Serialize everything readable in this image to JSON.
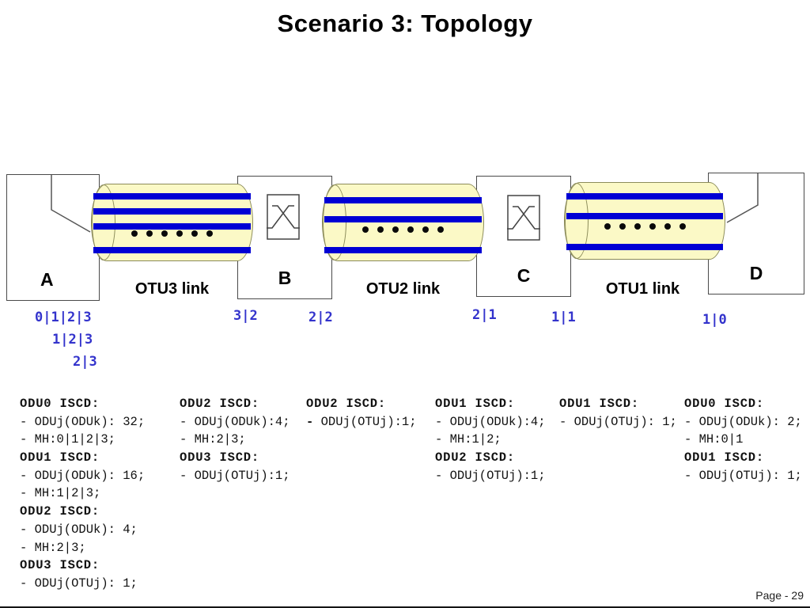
{
  "slide": {
    "title": "Scenario 3: Topology",
    "page_label": "Page - 29"
  },
  "colors": {
    "stripe_blue": "#0000D4",
    "cylinder_fill": "#FBF9C6",
    "cylinder_border": "#8C8C5A",
    "port_label_blue": "#3333CC"
  },
  "nodes": [
    {
      "label": "A",
      "icon": "none"
    },
    {
      "label": "B",
      "icon": "crossbar-switch-icon"
    },
    {
      "label": "C",
      "icon": "crossbar-switch-icon"
    },
    {
      "label": "D",
      "icon": "none"
    }
  ],
  "links": [
    {
      "label": "OTU3 link",
      "stripes_above_dots": 3,
      "stripes_below_dots": 1,
      "dot_count": 6
    },
    {
      "label": "OTU2 link",
      "stripes_above_dots": 2,
      "stripes_below_dots": 1,
      "dot_count": 6
    },
    {
      "label": "OTU1 link",
      "stripes_above_dots": 2,
      "stripes_below_dots": 1,
      "dot_count": 6
    }
  ],
  "port_labels": [
    {
      "text": "0|1|2|3"
    },
    {
      "text": "1|2|3"
    },
    {
      "text": "2|3"
    },
    {
      "text": "3|2"
    },
    {
      "text": "2|2"
    },
    {
      "text": "2|1"
    },
    {
      "text": "1|1"
    },
    {
      "text": "1|0"
    }
  ],
  "iscd_columns": [
    {
      "lines": [
        {
          "text": "ODU0 ISCD:",
          "style": "header"
        },
        {
          "text": "- ODUj(ODUk): 32;",
          "style": "item"
        },
        {
          "text": "- MH:0|1|2|3;",
          "style": "item"
        },
        {
          "text": "ODU1 ISCD:",
          "style": "header"
        },
        {
          "text": "- ODUj(ODUk): 16;",
          "style": "item"
        },
        {
          "text": "- MH:1|2|3;",
          "style": "item"
        },
        {
          "text": "ODU2 ISCD:",
          "style": "header"
        },
        {
          "text": "- ODUj(ODUk): 4;",
          "style": "item"
        },
        {
          "text": "- MH:2|3;",
          "style": "item"
        },
        {
          "text": "ODU3 ISCD:",
          "style": "header"
        },
        {
          "text": "- ODUj(OTUj): 1;",
          "style": "item"
        }
      ]
    },
    {
      "lines": [
        {
          "text": "ODU2 ISCD:",
          "style": "header"
        },
        {
          "text": "- ODUj(ODUk):4;",
          "style": "item"
        },
        {
          "text": "- MH:2|3;",
          "style": "item"
        },
        {
          "text": "ODU3 ISCD:",
          "style": "header"
        },
        {
          "text": "- ODUj(OTUj):1;",
          "style": "item"
        }
      ]
    },
    {
      "lines": [
        {
          "text": "ODU2 ISCD:",
          "style": "header"
        },
        {
          "text": "- ODUj(OTUj):1;",
          "style": "item",
          "bold_dash": true
        }
      ]
    },
    {
      "lines": [
        {
          "text": "ODU1 ISCD:",
          "style": "header"
        },
        {
          "text": "- ODUj(ODUk):4;",
          "style": "item"
        },
        {
          "text": "- MH:1|2;",
          "style": "item"
        },
        {
          "text": "ODU2 ISCD:",
          "style": "header"
        },
        {
          "text": "- ODUj(OTUj):1;",
          "style": "item"
        }
      ]
    },
    {
      "lines": [
        {
          "text": "ODU1 ISCD:",
          "style": "header"
        },
        {
          "text": "- ODUj(OTUj): 1;",
          "style": "item"
        }
      ]
    },
    {
      "lines": [
        {
          "text": "ODU0 ISCD:",
          "style": "header"
        },
        {
          "text": "- ODUj(ODUk): 2;",
          "style": "item"
        },
        {
          "text": "- MH:0|1",
          "style": "item"
        },
        {
          "text": "ODU1 ISCD:",
          "style": "header"
        },
        {
          "text": "- ODUj(OTUj): 1;",
          "style": "item"
        }
      ]
    }
  ]
}
